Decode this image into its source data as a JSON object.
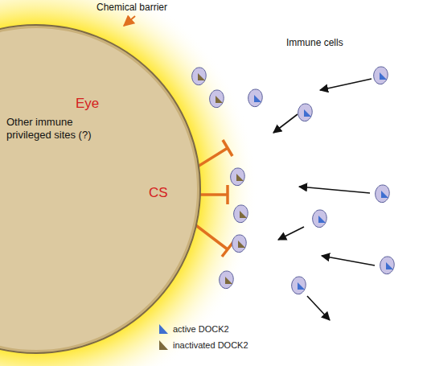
{
  "diagram": {
    "nodes": [
      {
        "text": [
          "Eye",
          "Other immune privileged sites (?)"
        ]
      }
    ],
    "edges": [],
    "labels": [
      "Chemical barrier",
      "CS",
      "Immune cells"
    ],
    "legend": [
      {
        "text": "active DOCK2",
        "color": "#3f6fd0"
      },
      {
        "text": "inactivated DOCK2",
        "color": "#7d6a3c"
      }
    ]
  }
}
